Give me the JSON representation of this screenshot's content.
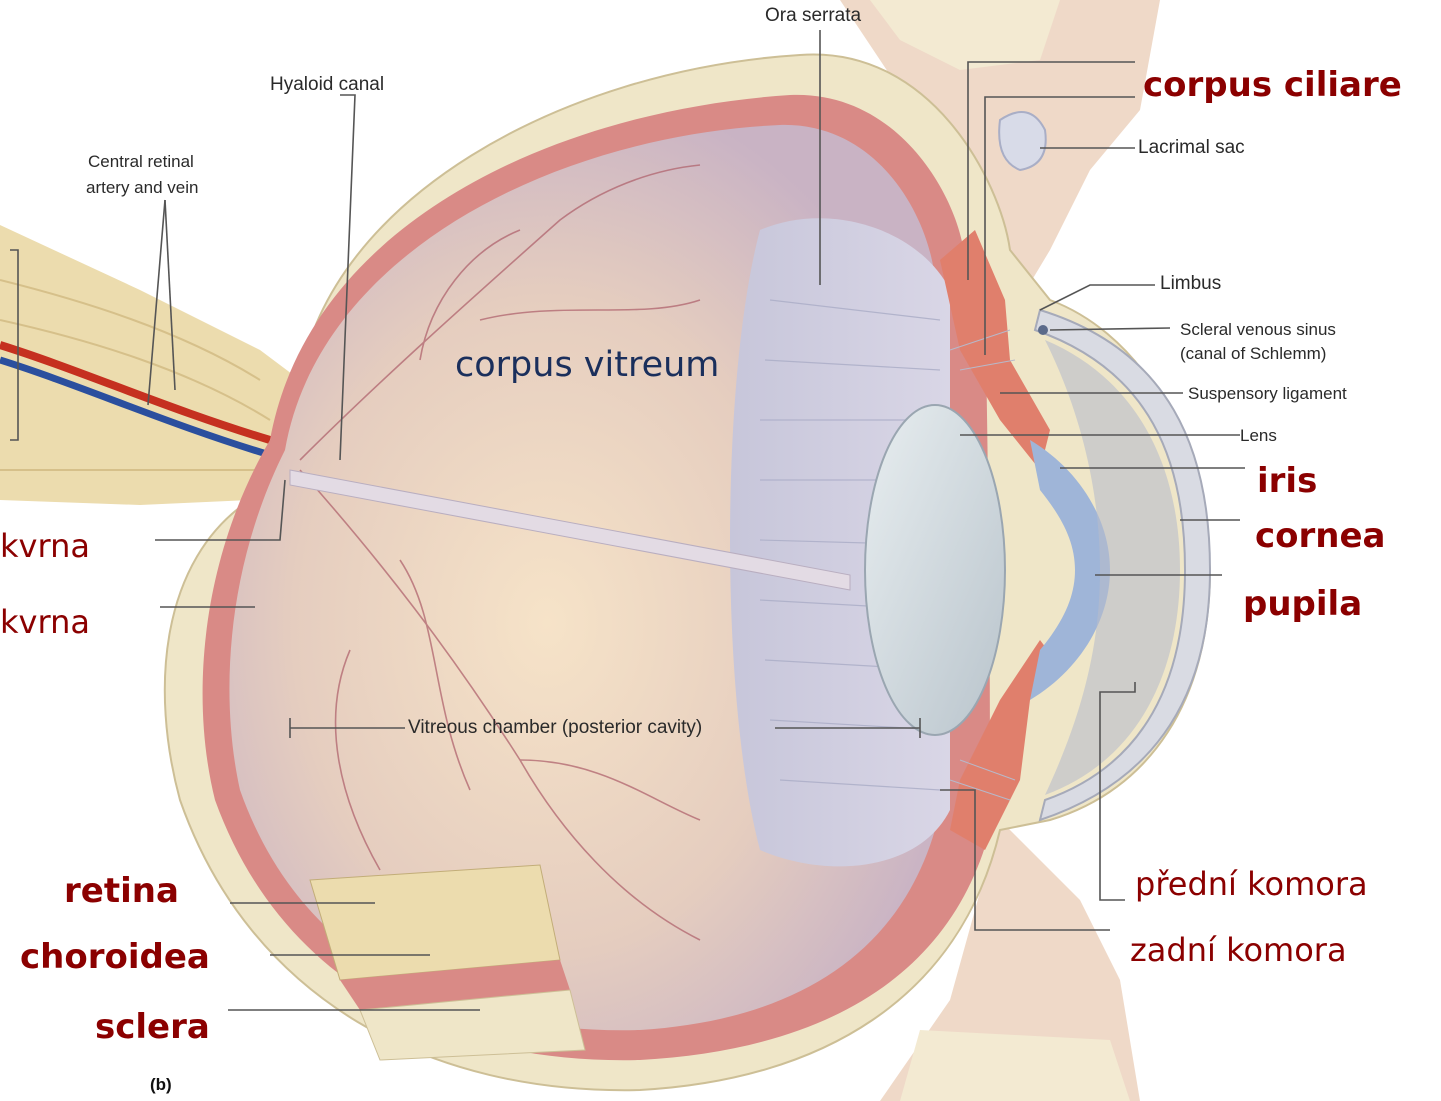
{
  "figure": {
    "panel_label": "(b)",
    "english_labels": {
      "ora_serrata": "Ora serrata",
      "hyaloid_canal": "Hyaloid canal",
      "central_retinal": "Central retinal",
      "artery_and_vein": "artery and vein",
      "lacrimal_sac": "Lacrimal sac",
      "limbus": "Limbus",
      "scleral_sinus_1": "Scleral venous sinus",
      "scleral_sinus_2": "(canal of Schlemm)",
      "suspensory_ligament": "Suspensory ligament",
      "lens": "Lens",
      "vitreous_chamber": "Vitreous chamber (posterior cavity)"
    },
    "czech_labels": {
      "corpus_ciliare": "corpus ciliare",
      "corpus_vitreum": "corpus vitreum",
      "iris": "iris",
      "cornea": "cornea",
      "pupila": "pupila",
      "kvrna_1": "kvrna",
      "kvrna_2": "kvrna",
      "retina": "retina",
      "choroidea": "choroidea",
      "sclera": "sclera",
      "predni_komora": "přední komora",
      "zadni_komora": "zadní komora"
    }
  },
  "colors": {
    "label_red": "#8b0000",
    "label_blue": "#1a2f5c",
    "sclera": "#efe6c8",
    "choroid": "#d98a86",
    "vitreous": "#ead7c4",
    "iris": "#9fb5d8",
    "ciliary": "#e07f6c"
  }
}
